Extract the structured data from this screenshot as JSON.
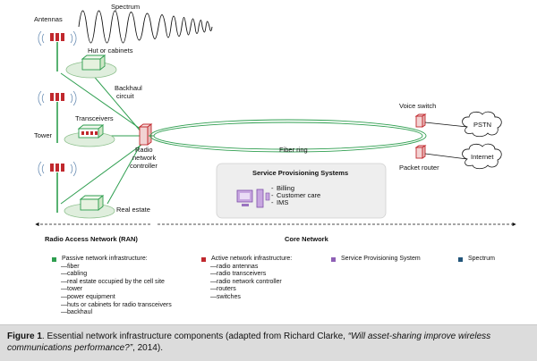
{
  "diagram": {
    "labels": {
      "antennas": "Antennas",
      "spectrum": "Spectrum",
      "hut": "Hut or cabinets",
      "backhaul_1": "Backhaul",
      "backhaul_2": "circuit",
      "transceivers": "Transceivers",
      "tower": "Tower",
      "rnc_1": "Radio",
      "rnc_2": "network",
      "rnc_3": "controller",
      "real_estate": "Real estate",
      "fiber_ring": "Fiber ring",
      "voice_switch": "Voice switch",
      "packet_router": "Packet router",
      "pstn": "PSTN",
      "internet": "Internet",
      "sps_title": "Service Provisioning Systems",
      "ran": "Radio Access Network (RAN)",
      "core": "Core Network"
    },
    "sps_items": [
      "Billing",
      "Customer care",
      "IMS"
    ]
  },
  "legend": [
    {
      "title": "Passive network infrastructure:",
      "color": "#2e9e4f",
      "items": [
        "fiber",
        "cabling",
        "real estate occupied by the cell site",
        "tower",
        "power equipment",
        "huts or cabinets for radio transceivers",
        "backhaul"
      ]
    },
    {
      "title": "Active network infrastructure:",
      "color": "#c0282d",
      "items": [
        "radio antennas",
        "radio transceivers",
        "radio network controller",
        "routers",
        "switches"
      ]
    },
    {
      "title": "Service Provisioning System",
      "color": "#8e5fb5",
      "items": []
    },
    {
      "title": "Spectrum",
      "color": "#22557a",
      "items": []
    }
  ],
  "caption": {
    "label": "Figure 1",
    "text_1": ". Essential network infrastructure components (adapted from Richard Clarke, ",
    "quote": "“Will asset-sharing improve wireless communications performance?”",
    "text_2": ", 2014)."
  }
}
